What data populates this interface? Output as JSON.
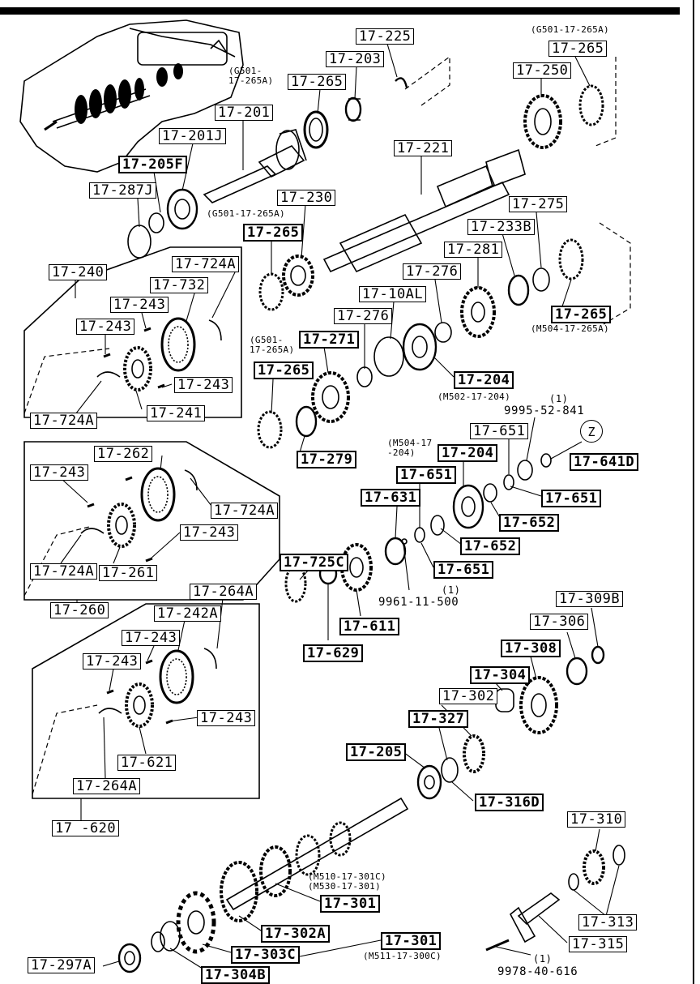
{
  "diagram": {
    "labels": [
      {
        "id": "l1",
        "text": "17-225"
      },
      {
        "id": "l2",
        "text": "17-203"
      },
      {
        "id": "l3",
        "text": "17-265"
      },
      {
        "id": "l4",
        "text": "17-201"
      },
      {
        "id": "l5",
        "text": "17-201J"
      },
      {
        "id": "l6",
        "text": "17-205F"
      },
      {
        "id": "l7",
        "text": "17-287J"
      },
      {
        "id": "l8",
        "text": "17-265"
      },
      {
        "id": "l9",
        "text": "17-250"
      },
      {
        "id": "l10",
        "text": "17-221"
      },
      {
        "id": "l11",
        "text": "17-230"
      },
      {
        "id": "l12",
        "text": "17-265"
      },
      {
        "id": "l13",
        "text": "17-275"
      },
      {
        "id": "l14",
        "text": "17-233B"
      },
      {
        "id": "l15",
        "text": "17-281"
      },
      {
        "id": "l16",
        "text": "17-276"
      },
      {
        "id": "l17",
        "text": "17-10AL"
      },
      {
        "id": "l18",
        "text": "17-276"
      },
      {
        "id": "l19",
        "text": "17-265"
      },
      {
        "id": "l20",
        "text": "17-271"
      },
      {
        "id": "l21",
        "text": "17-265"
      },
      {
        "id": "l22",
        "text": "17-204"
      },
      {
        "id": "l23",
        "text": "17-240"
      },
      {
        "id": "l24",
        "text": "17-724A"
      },
      {
        "id": "l25",
        "text": "17-732"
      },
      {
        "id": "l26",
        "text": "17-243"
      },
      {
        "id": "l27",
        "text": "17-243"
      },
      {
        "id": "l28",
        "text": "17-243"
      },
      {
        "id": "l29",
        "text": "17-724A"
      },
      {
        "id": "l30",
        "text": "17-241"
      },
      {
        "id": "l31",
        "text": "17-279"
      },
      {
        "id": "l32",
        "text": "17-651"
      },
      {
        "id": "l33",
        "text": "17-204"
      },
      {
        "id": "l34",
        "text": "17-641D"
      },
      {
        "id": "l35",
        "text": "17-651"
      },
      {
        "id": "l36",
        "text": "17-651"
      },
      {
        "id": "l37",
        "text": "17-631"
      },
      {
        "id": "l38",
        "text": "17-652"
      },
      {
        "id": "l39",
        "text": "17-652"
      },
      {
        "id": "l40",
        "text": "17-651"
      },
      {
        "id": "l41",
        "text": "17-262"
      },
      {
        "id": "l42",
        "text": "17-243"
      },
      {
        "id": "l43",
        "text": "17-724A"
      },
      {
        "id": "l44",
        "text": "17-243"
      },
      {
        "id": "l45",
        "text": "17-724A"
      },
      {
        "id": "l46",
        "text": "17-261"
      },
      {
        "id": "l47",
        "text": "17-260"
      },
      {
        "id": "l48",
        "text": "17-725C"
      },
      {
        "id": "l49",
        "text": "17-611"
      },
      {
        "id": "l50",
        "text": "17-629"
      },
      {
        "id": "l51",
        "text": "17-264A"
      },
      {
        "id": "l52",
        "text": "17-242A"
      },
      {
        "id": "l53",
        "text": "17-243"
      },
      {
        "id": "l54",
        "text": "17-243"
      },
      {
        "id": "l55",
        "text": "17-243"
      },
      {
        "id": "l56",
        "text": "17-621"
      },
      {
        "id": "l57",
        "text": "17-264A"
      },
      {
        "id": "l58",
        "text": "17 -620"
      },
      {
        "id": "l59",
        "text": "17-309B"
      },
      {
        "id": "l60",
        "text": "17-306"
      },
      {
        "id": "l61",
        "text": "17-308"
      },
      {
        "id": "l62",
        "text": "17-304"
      },
      {
        "id": "l63",
        "text": "17-302"
      },
      {
        "id": "l64",
        "text": "17-327"
      },
      {
        "id": "l65",
        "text": "17-205"
      },
      {
        "id": "l66",
        "text": "17-316D"
      },
      {
        "id": "l67",
        "text": "17-310"
      },
      {
        "id": "l68",
        "text": "17-313"
      },
      {
        "id": "l69",
        "text": "17-315"
      },
      {
        "id": "l70",
        "text": "17-301"
      },
      {
        "id": "l71",
        "text": "17-302A"
      },
      {
        "id": "l72",
        "text": "17-303C"
      },
      {
        "id": "l73",
        "text": "17-301"
      },
      {
        "id": "l74",
        "text": "17-304B"
      },
      {
        "id": "l75",
        "text": "17-297A"
      }
    ],
    "notes": [
      {
        "id": "n1",
        "text": "(G501-17-265A)"
      },
      {
        "id": "n2",
        "text": "(G501-\n17-265A)"
      },
      {
        "id": "n3",
        "text": "(G501-17-265A)"
      },
      {
        "id": "n4",
        "text": "(M504-17-265A)"
      },
      {
        "id": "n5",
        "text": "(G501-\n17-265A)"
      },
      {
        "id": "n6",
        "text": "(M502-17-204)"
      },
      {
        "id": "n7",
        "text": "(M504-17\n-204)"
      },
      {
        "id": "n8",
        "text": "(M510-17-301C)\n(M530-17-301)"
      },
      {
        "id": "n9",
        "text": "(M511-17-300C)"
      }
    ],
    "part_numbers": [
      {
        "id": "p1",
        "qty": "(1)",
        "text": "9995-52-841"
      },
      {
        "id": "p2",
        "qty": "(1)",
        "text": "9961-11-500"
      },
      {
        "id": "p3",
        "qty": "(1)",
        "text": "9978-40-616"
      }
    ],
    "callout_circle": "Z"
  }
}
